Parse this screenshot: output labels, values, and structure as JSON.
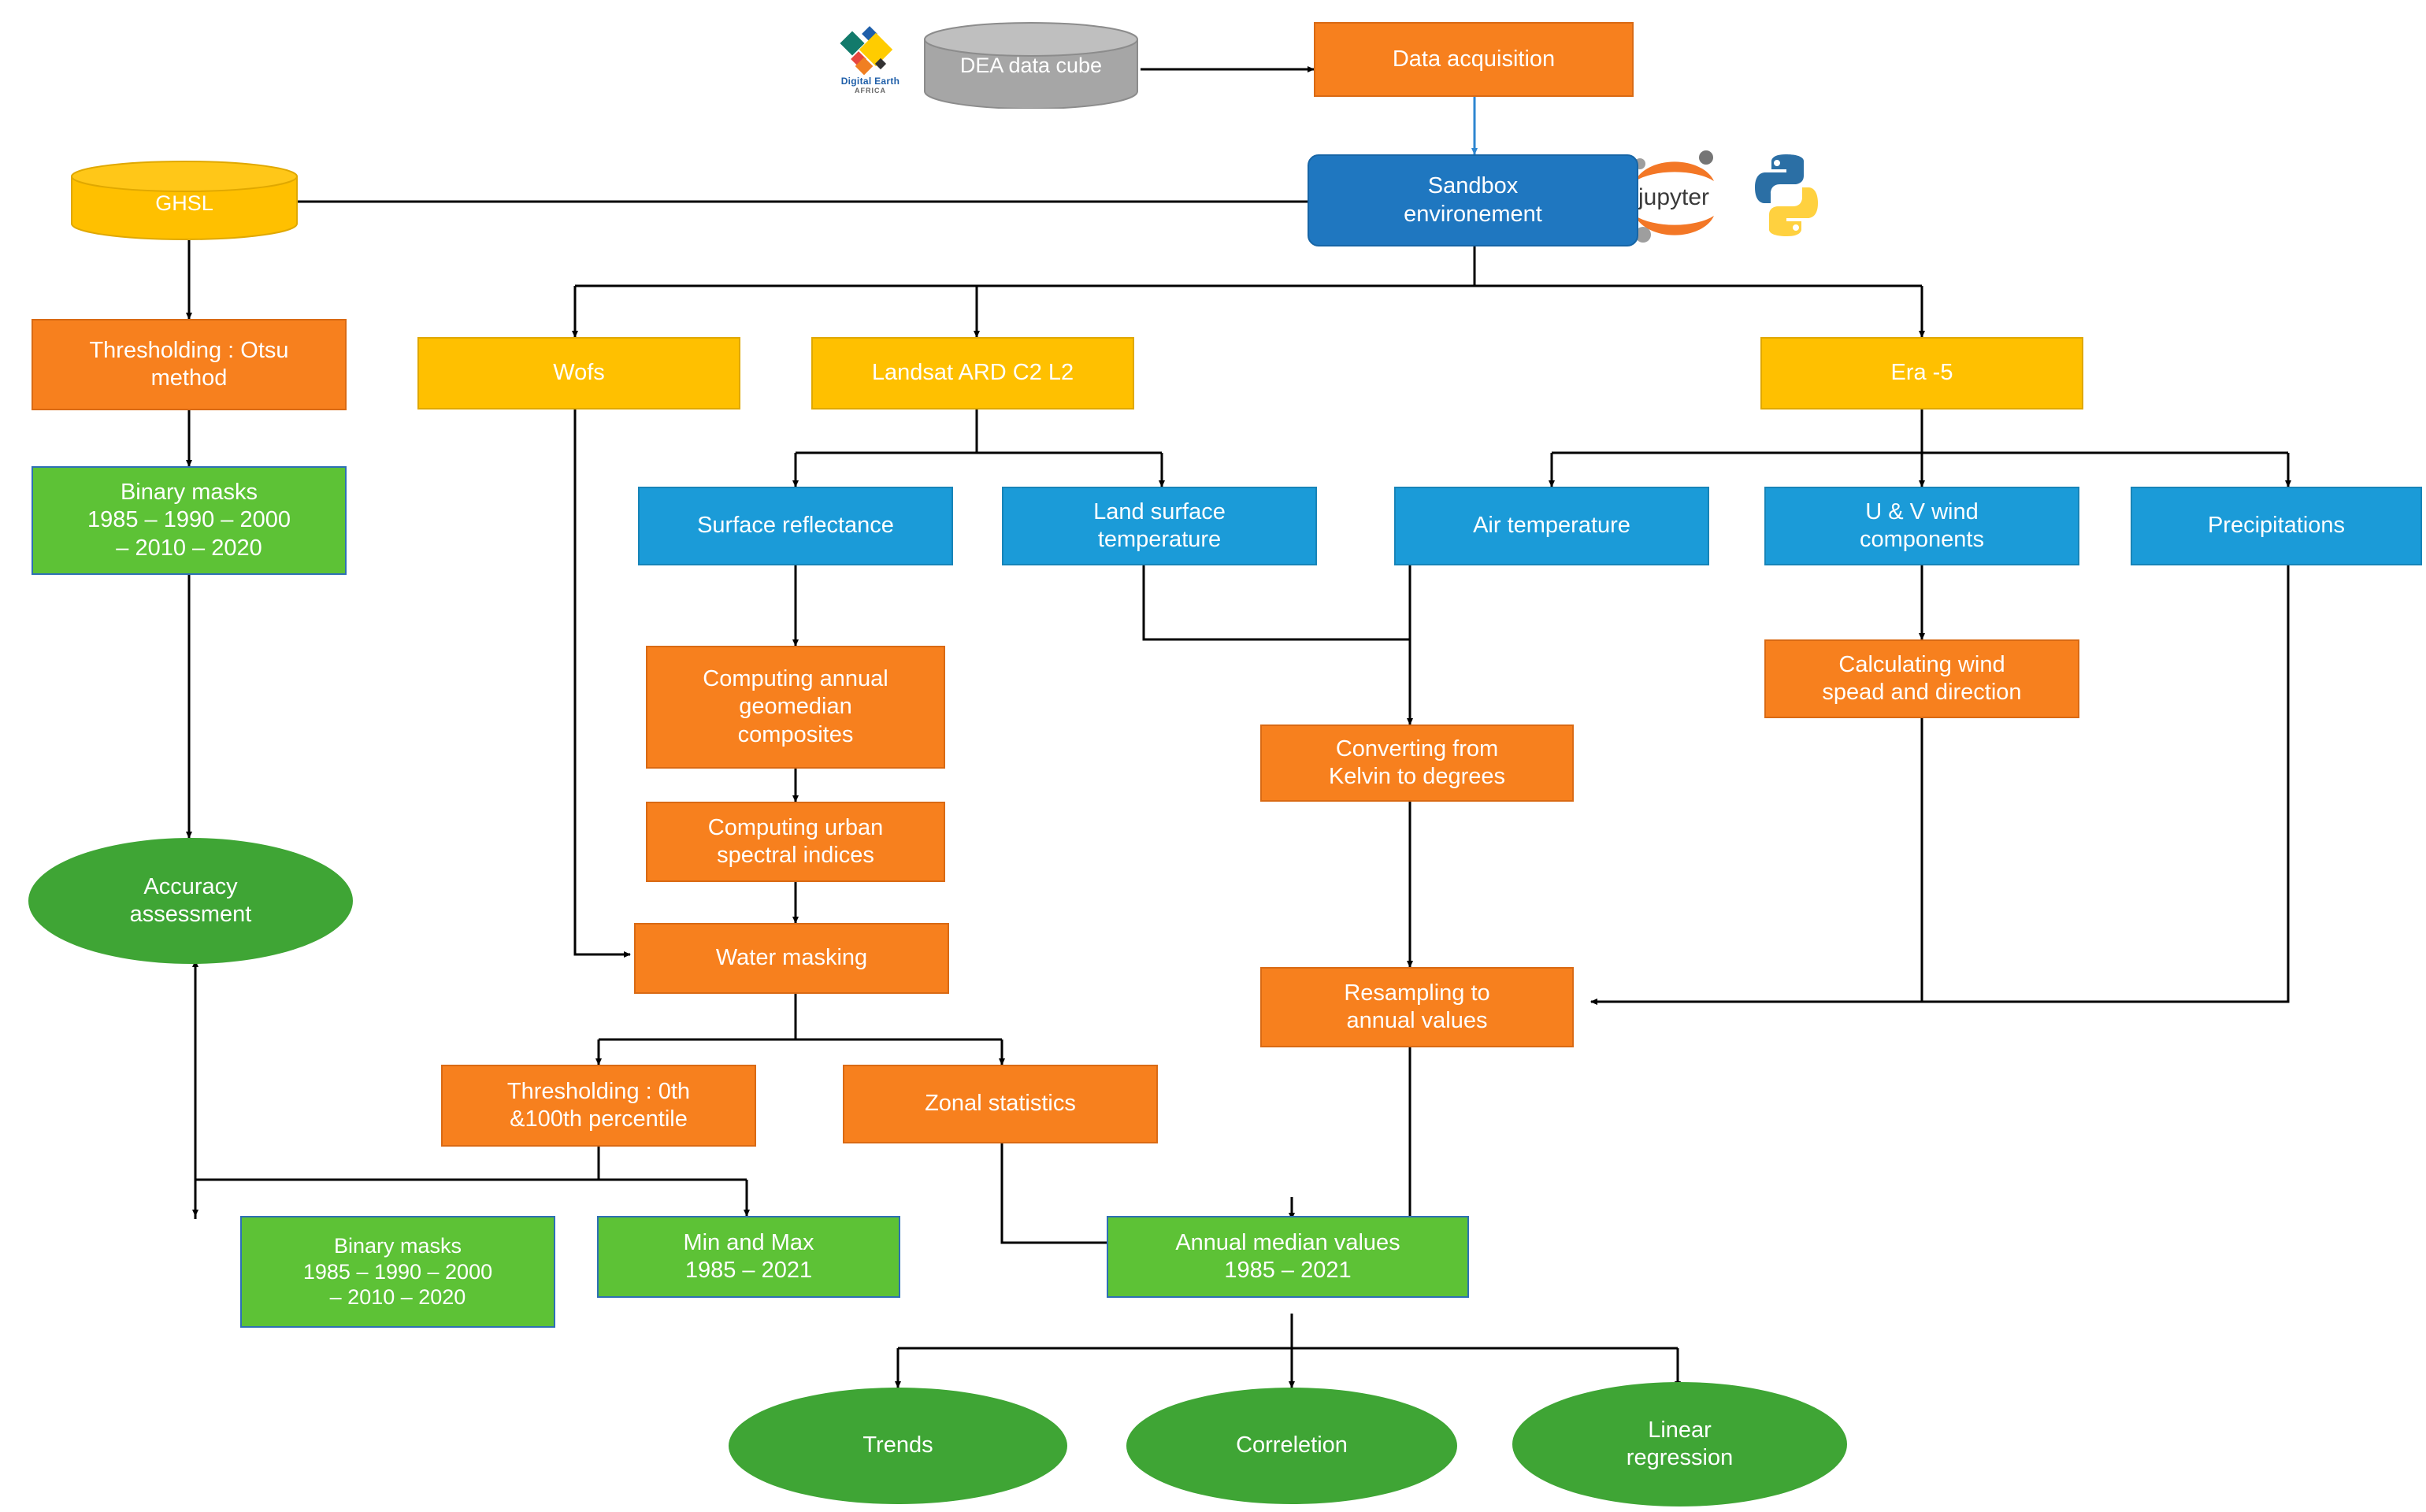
{
  "diagram": {
    "title": "Digital Earth Africa urban/climate processing workflow",
    "colors": {
      "orange": "#F7801E",
      "yellow": "#FFC000",
      "light_blue": "#1B9BD8",
      "dark_blue": "#1F77C0",
      "green_box": "#5DC236",
      "green_ellipse": "#3FA535",
      "grey_cylinder": "#A6A6A6",
      "arrow": "#000000",
      "blue_arrow": "#2E86D0"
    },
    "logos": {
      "dea": {
        "line1": "Digital Earth",
        "line2": "AFRICA",
        "name": "digital-earth-africa-logo"
      },
      "jupyter": {
        "label": "jupyter",
        "name": "jupyter-logo"
      },
      "python": {
        "label": "python",
        "name": "python-logo"
      }
    },
    "nodes": {
      "dea_data_cube": {
        "label": "DEA data cube",
        "shape": "cylinder",
        "color": "grey"
      },
      "data_acquisition": {
        "label": "Data acquisition",
        "shape": "rect",
        "color": "orange"
      },
      "sandbox": {
        "label": "Sandbox\nenvironement",
        "line1": "Sandbox",
        "line2": "environement",
        "shape": "rounded-rect",
        "color": "dark_blue"
      },
      "ghsl": {
        "label": "GHSL",
        "shape": "cylinder",
        "color": "yellow"
      },
      "thresholding_otsu": {
        "line1": "Thresholding : Otsu",
        "line2": "method",
        "shape": "rect",
        "color": "orange"
      },
      "binary_masks_top": {
        "line1": "Binary masks",
        "line2": "1985 – 1990 – 2000",
        "line3": "– 2010 – 2020",
        "shape": "rect",
        "color": "green"
      },
      "accuracy_assessment": {
        "line1": "Accuracy",
        "line2": "assessment",
        "shape": "ellipse",
        "color": "green_ellipse"
      },
      "wofs": {
        "label": "Wofs",
        "shape": "rect",
        "color": "yellow"
      },
      "landsat": {
        "label": "Landsat ARD C2 L2",
        "shape": "rect",
        "color": "yellow"
      },
      "era5": {
        "label": "Era -5",
        "shape": "rect",
        "color": "yellow"
      },
      "surface_reflectance": {
        "label": "Surface reflectance",
        "shape": "rect",
        "color": "light_blue"
      },
      "land_surface_temperature": {
        "line1": "Land surface",
        "line2": "temperature",
        "shape": "rect",
        "color": "light_blue"
      },
      "air_temperature": {
        "label": "Air temperature",
        "shape": "rect",
        "color": "light_blue"
      },
      "uv_wind": {
        "line1": "U & V wind",
        "line2": "components",
        "shape": "rect",
        "color": "light_blue"
      },
      "precipitations": {
        "label": "Precipitations",
        "shape": "rect",
        "color": "light_blue"
      },
      "geomedian": {
        "line1": "Computing  annual",
        "line2": "geomedian",
        "line3": "composites",
        "shape": "rect",
        "color": "orange"
      },
      "urban_indices": {
        "line1": "Computing  urban",
        "line2": "spectral indices",
        "shape": "rect",
        "color": "orange"
      },
      "water_masking": {
        "label": "Water masking",
        "shape": "rect",
        "color": "orange"
      },
      "kelvin": {
        "line1": "Converting from",
        "line2": "Kelvin to degrees",
        "shape": "rect",
        "color": "orange"
      },
      "wind_speed": {
        "line1": "Calculating wind",
        "line2": "spead and direction",
        "shape": "rect",
        "color": "orange"
      },
      "resampling": {
        "line1": "Resampling to",
        "line2": "annual values",
        "shape": "rect",
        "color": "orange"
      },
      "thresholding_percentile": {
        "line1": "Thresholding : 0th",
        "line2": "&100th percentile",
        "shape": "rect",
        "color": "orange"
      },
      "zonal_statistics": {
        "label": "Zonal statistics",
        "shape": "rect",
        "color": "orange"
      },
      "binary_masks_bottom": {
        "line1": "Binary masks",
        "line2": "1985 – 1990 – 2000",
        "line3": "– 2010 – 2020",
        "shape": "rect",
        "color": "green"
      },
      "min_and_max": {
        "line1": "Min and Max",
        "line2": "1985 – 2021",
        "shape": "rect",
        "color": "green"
      },
      "annual_median": {
        "line1": "Annual median values",
        "line2": "1985 – 2021",
        "shape": "rect",
        "color": "green"
      },
      "trends": {
        "label": "Trends",
        "shape": "ellipse",
        "color": "green_ellipse"
      },
      "correlation": {
        "label": "Correletion",
        "shape": "ellipse",
        "color": "green_ellipse"
      },
      "linear_regression": {
        "line1": "Linear",
        "line2": "regression",
        "shape": "ellipse",
        "color": "green_ellipse"
      }
    },
    "edges": [
      {
        "from": "dea_data_cube",
        "to": "data_acquisition"
      },
      {
        "from": "data_acquisition",
        "to": "sandbox"
      },
      {
        "from": "sandbox",
        "to": "ghsl"
      },
      {
        "from": "ghsl",
        "to": "thresholding_otsu"
      },
      {
        "from": "thresholding_otsu",
        "to": "binary_masks_top"
      },
      {
        "from": "binary_masks_top",
        "to": "accuracy_assessment"
      },
      {
        "from": "binary_masks_bottom",
        "to": "accuracy_assessment"
      },
      {
        "from": "sandbox",
        "to": "wofs"
      },
      {
        "from": "sandbox",
        "to": "landsat"
      },
      {
        "from": "sandbox",
        "to": "era5"
      },
      {
        "from": "landsat",
        "to": "surface_reflectance"
      },
      {
        "from": "landsat",
        "to": "land_surface_temperature"
      },
      {
        "from": "era5",
        "to": "air_temperature"
      },
      {
        "from": "era5",
        "to": "uv_wind"
      },
      {
        "from": "era5",
        "to": "precipitations"
      },
      {
        "from": "surface_reflectance",
        "to": "geomedian"
      },
      {
        "from": "geomedian",
        "to": "urban_indices"
      },
      {
        "from": "urban_indices",
        "to": "water_masking"
      },
      {
        "from": "wofs",
        "to": "water_masking"
      },
      {
        "from": "land_surface_temperature",
        "to": "kelvin"
      },
      {
        "from": "air_temperature",
        "to": "kelvin"
      },
      {
        "from": "uv_wind",
        "to": "wind_speed"
      },
      {
        "from": "kelvin",
        "to": "resampling"
      },
      {
        "from": "wind_speed",
        "to": "resampling"
      },
      {
        "from": "precipitations",
        "to": "resampling"
      },
      {
        "from": "water_masking",
        "to": "thresholding_percentile"
      },
      {
        "from": "water_masking",
        "to": "zonal_statistics"
      },
      {
        "from": "thresholding_percentile",
        "to": "binary_masks_bottom"
      },
      {
        "from": "thresholding_percentile",
        "to": "min_and_max"
      },
      {
        "from": "zonal_statistics",
        "to": "annual_median"
      },
      {
        "from": "resampling",
        "to": "annual_median"
      },
      {
        "from": "annual_median",
        "to": "trends"
      },
      {
        "from": "annual_median",
        "to": "correlation"
      },
      {
        "from": "annual_median",
        "to": "linear_regression"
      }
    ]
  }
}
